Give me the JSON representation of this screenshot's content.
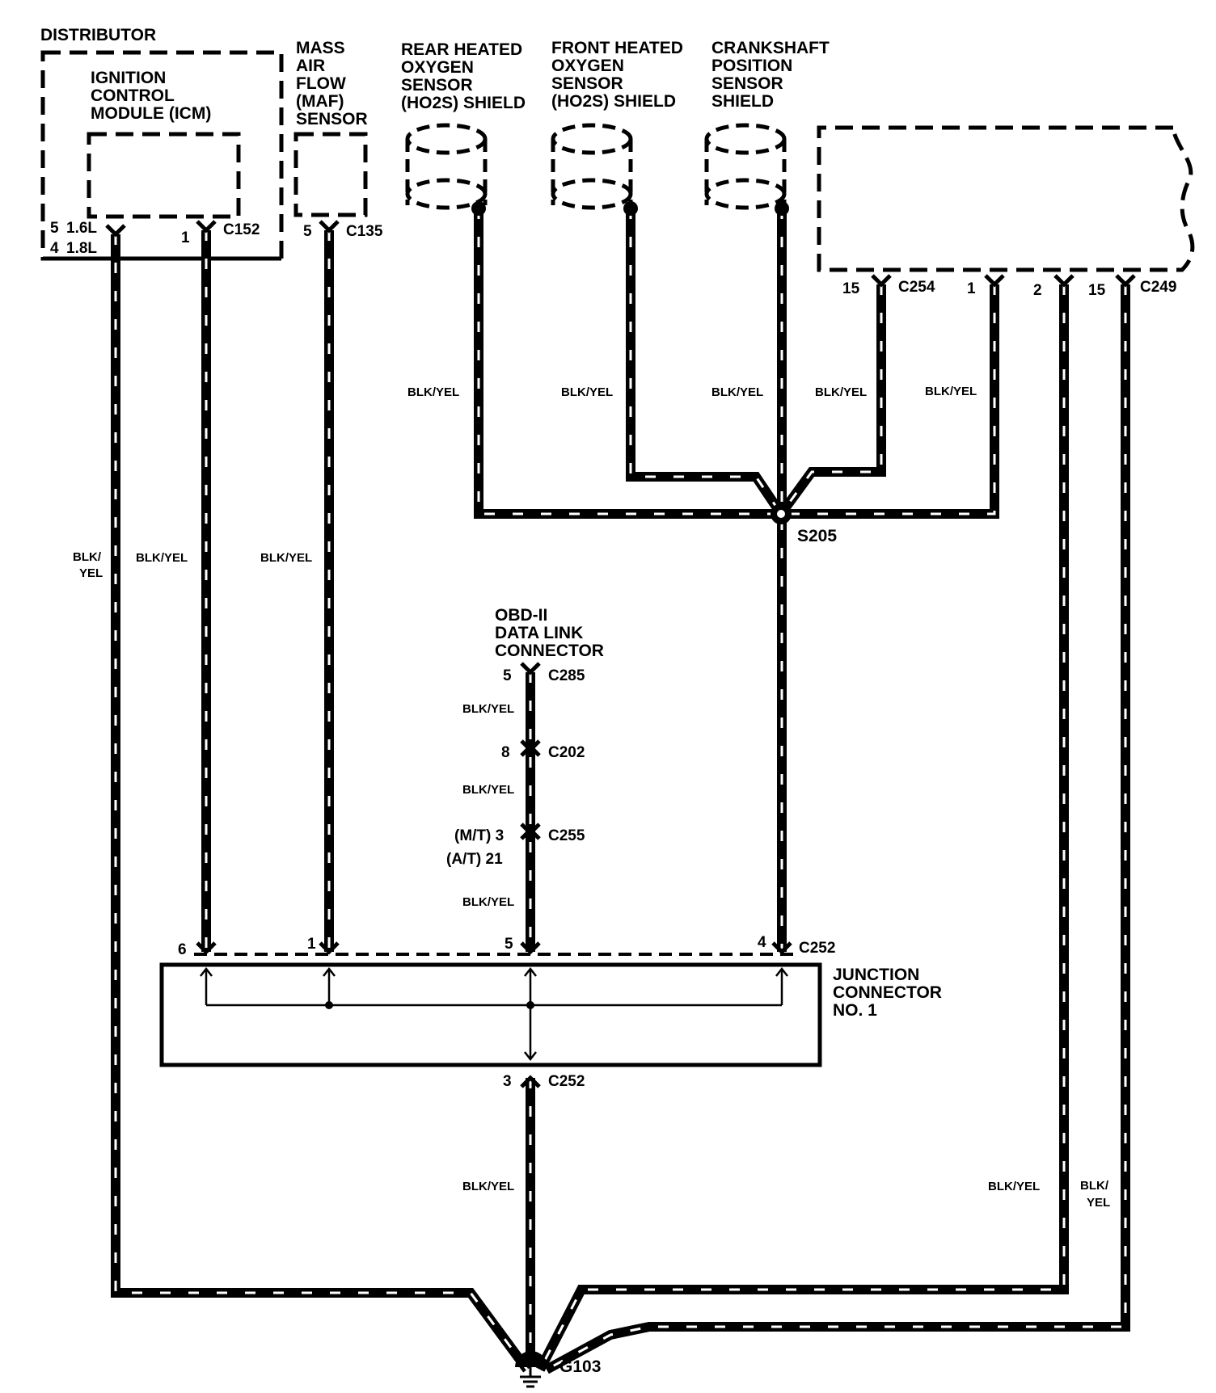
{
  "labels": {
    "distributor": "DISTRIBUTOR",
    "icm": [
      "IGNITION",
      "CONTROL",
      "MODULE (ICM)"
    ],
    "maf": [
      "MASS",
      "AIR",
      "FLOW",
      "(MAF)",
      "SENSOR"
    ],
    "rear_ho2s": [
      "REAR HEATED",
      "OXYGEN",
      "SENSOR",
      "(HO2S) SHIELD"
    ],
    "front_ho2s": [
      "FRONT HEATED",
      "OXYGEN",
      "SENSOR",
      "(HO2S) SHIELD"
    ],
    "ckp": [
      "CRANKSHAFT",
      "POSITION",
      "SENSOR",
      "SHIELD"
    ],
    "obd": [
      "OBD-II",
      "DATA LINK",
      "CONNECTOR"
    ],
    "junction": [
      "JUNCTION",
      "CONNECTOR",
      "NO. 1"
    ],
    "splice": "S205",
    "ground": "G103"
  },
  "connectors": {
    "c152": "C152",
    "c135": "C135",
    "c254": "C254",
    "c249": "C249",
    "c285": "C285",
    "c202": "C202",
    "c255": "C255",
    "c252_top": "C252",
    "c252_bottom": "C252"
  },
  "pins": {
    "icm_5": "5",
    "icm_16l": "1.6L",
    "icm_4": "4",
    "icm_18l": "1.8L",
    "c152_1": "1",
    "c135_5": "5",
    "c254_15": "15",
    "c249_1": "1",
    "c249_2": "2",
    "c249_15": "15",
    "c285_5": "5",
    "c202_8": "8",
    "c255_mt": "(M/T) 3",
    "c255_at": "(A/T) 21",
    "jc_6": "6",
    "jc_1": "1",
    "jc_5": "5",
    "jc_4": "4",
    "jc_3": "3"
  },
  "wires": {
    "w1_a": "BLK/",
    "w1_b": "YEL",
    "w2": "BLK/YEL",
    "w3": "BLK/YEL",
    "w4": "BLK/YEL",
    "w5": "BLK/YEL",
    "w6": "BLK/YEL",
    "w7": "BLK/YEL",
    "w8": "BLK/YEL",
    "obd_1": "BLK/YEL",
    "obd_2": "BLK/YEL",
    "obd_3": "BLK/YEL",
    "ground_wire": "BLK/YEL",
    "w9": "BLK/YEL",
    "w10_a": "BLK/",
    "w10_b": "YEL"
  },
  "colors": {
    "line": "#000000",
    "background": "#ffffff"
  }
}
